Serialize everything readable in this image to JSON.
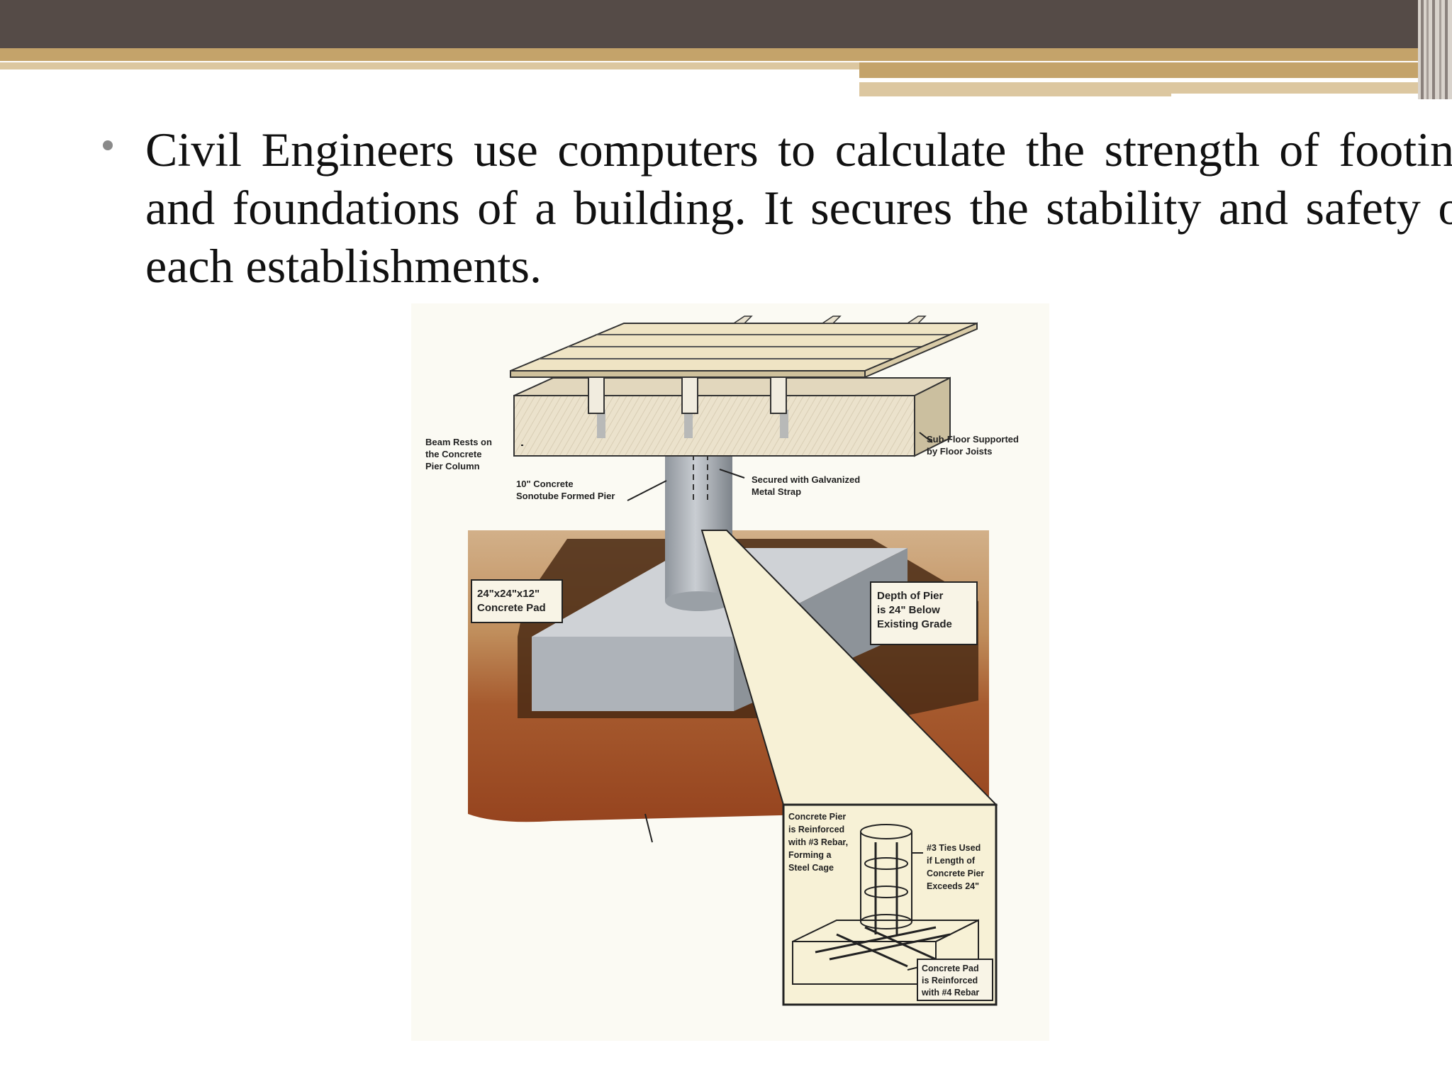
{
  "slide": {
    "bullet_text": "Civil Engineers use computers to calculate the strength of footing and foundations of a building. It secures the stability and safety of each establishments."
  },
  "colors": {
    "header_dark": "#554b47",
    "header_gold": "#c4a36a",
    "header_light_gold": "#dcc7a0",
    "soil_top": "#c9a47c",
    "soil_bottom": "#9a4a22",
    "callout_fill": "#f7f1d6",
    "concrete": "#b9bdc2"
  },
  "diagram": {
    "labels": {
      "beam_rests": [
        "Beam Rests on",
        "the Concrete",
        "Pier Column"
      ],
      "sub_floor": [
        "Sub-Floor Supported",
        "by Floor Joists"
      ],
      "sonotube": [
        "10\" Concrete",
        "Sonotube Formed Pier"
      ],
      "strap": [
        "Secured with Galvanized",
        "Metal Strap"
      ],
      "pad": [
        "24\"x24\"x12\"",
        "Concrete Pad"
      ],
      "depth": [
        "Depth of Pier",
        "is 24\" Below",
        "Existing Grade"
      ],
      "rebar_cage": [
        "Concrete Pier",
        "is Reinforced",
        "with #3 Rebar,",
        "Forming a",
        "Steel Cage"
      ],
      "ties": [
        "#3 Ties Used",
        "if Length of",
        "Concrete Pier",
        "Exceeds 24\""
      ],
      "pad_rebar": [
        "Concrete Pad",
        "is Reinforced",
        "with #4 Rebar"
      ]
    }
  }
}
